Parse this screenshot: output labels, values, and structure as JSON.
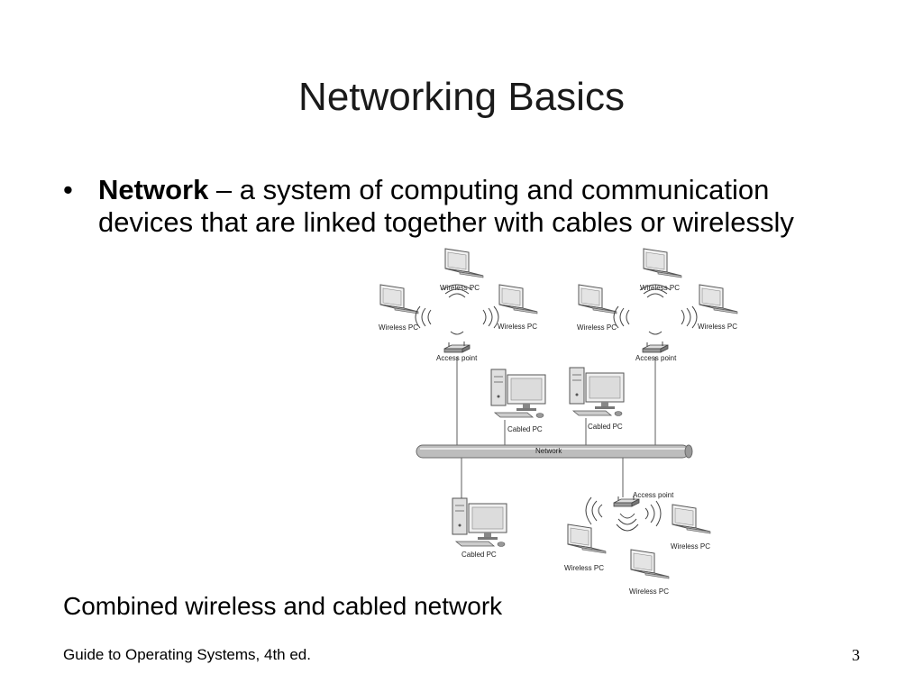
{
  "slide": {
    "title": "Networking Basics",
    "bullet": {
      "term": "Network",
      "definition": " – a system of computing and communication devices that are linked together with cables or wirelessly"
    },
    "caption": "Combined wireless and cabled network"
  },
  "footer": {
    "source": "Guide to Operating Systems, 4th ed.",
    "page_number": "3"
  },
  "diagram": {
    "wireless_pc_label": "Wireless PC",
    "access_point_label": "Access point",
    "cabled_pc_label": "Cabled PC",
    "network_label": "Network"
  }
}
